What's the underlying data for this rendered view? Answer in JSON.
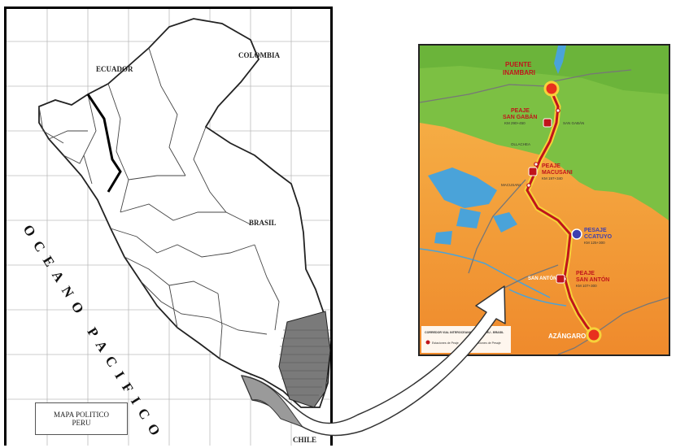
{
  "left_map": {
    "countries": {
      "ecuador": "ECUADOR",
      "colombia": "COLOMBIA",
      "brasil": "BRASIL",
      "chile": "CHILE"
    },
    "ocean_label": "OCEANO PACIFICO",
    "legend_line1": "MAPA POLITICO",
    "legend_line2": "PERU"
  },
  "right_map": {
    "places": {
      "puente_inambari": [
        "PUENTE",
        "INAMBARI"
      ],
      "san_gaban": "SAN GABÁN",
      "ollachea": "OLLACHEA",
      "macusani": "MACUSANI",
      "san_anton": "SAN ANTÓN",
      "azangaro": "AZÁNGARO"
    },
    "tolls": [
      {
        "name": [
          "PEAJE",
          "SAN GABÁN"
        ],
        "km": "KM 290+450"
      },
      {
        "name": [
          "PEAJE",
          "MACUSANI"
        ],
        "km": "KM 197+340"
      },
      {
        "name": [
          "PESAJE",
          "CCATUYO"
        ],
        "km": "KM 125+300"
      },
      {
        "name": [
          "PEAJE",
          "SAN ANTÓN"
        ],
        "km": "KM 107+300"
      }
    ],
    "legend": {
      "title": "CORREDOR VIAL INTEROCEANICO SUR PERU - BRASIL",
      "peaje": "Estaciones de Peaje",
      "pesaje": "Estaciones de Pesaje"
    },
    "colors": {
      "road": "#c0151b",
      "road_glow": "#f7d23a",
      "forest": "#7cc043",
      "highland": "#f4a243",
      "water": "#4aa3d9"
    }
  }
}
